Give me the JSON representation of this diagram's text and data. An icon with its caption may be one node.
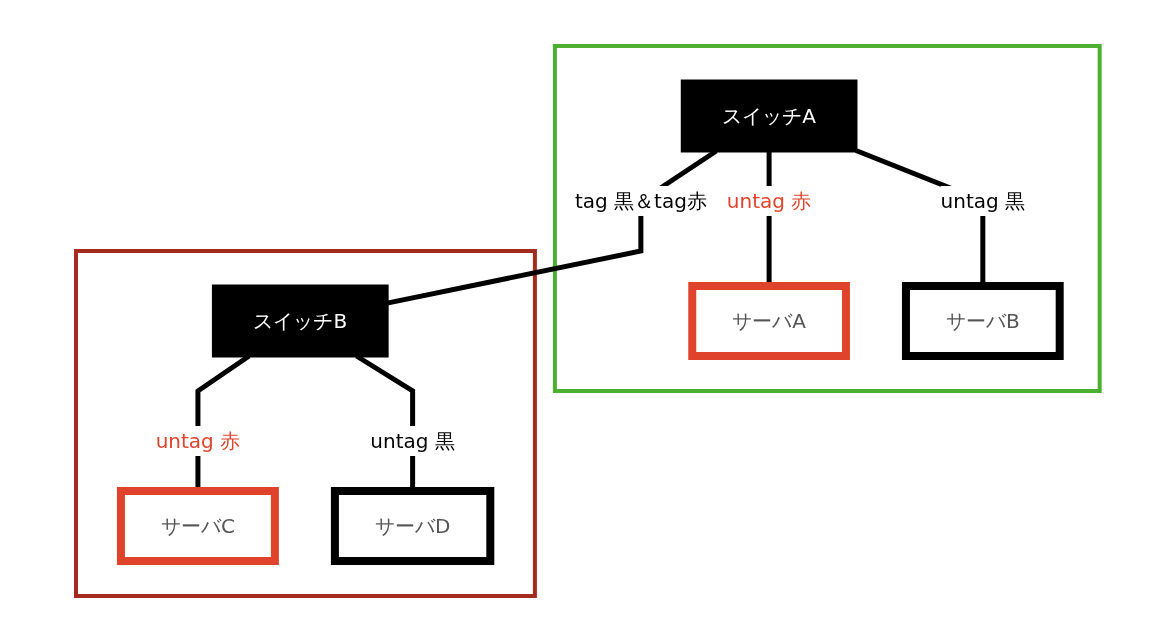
{
  "diagram": {
    "nodes": [
      {
        "text": [],
        "shape": "box"
      },
      {
        "text": [
          "スイッチA"
        ],
        "in": 0
      },
      {
        "text": [
          "サーバA"
        ],
        "in": 0
      },
      {
        "text": [
          "サーバB"
        ],
        "in": 0
      },
      {
        "text": [],
        "shape": "box"
      },
      {
        "text": [
          "スイッチB"
        ],
        "in": 4
      },
      {
        "text": [
          "サーバC"
        ],
        "in": 4
      },
      {
        "text": [
          "サーバD"
        ],
        "in": 4
      }
    ],
    "edges": [
      {
        "from": 1,
        "to": 5,
        "arrow": "none",
        "label": "tag 黒＆tag赤"
      },
      {
        "from": 1,
        "to": 2,
        "arrow": "none",
        "label": "untag 赤"
      },
      {
        "from": 1,
        "to": 3,
        "arrow": "none",
        "label": "untag 黒"
      },
      {
        "from": 5,
        "to": 6,
        "arrow": "none",
        "label": "untag 赤"
      },
      {
        "from": 5,
        "to": 7,
        "arrow": "none",
        "label": "untag 黒"
      }
    ]
  }
}
